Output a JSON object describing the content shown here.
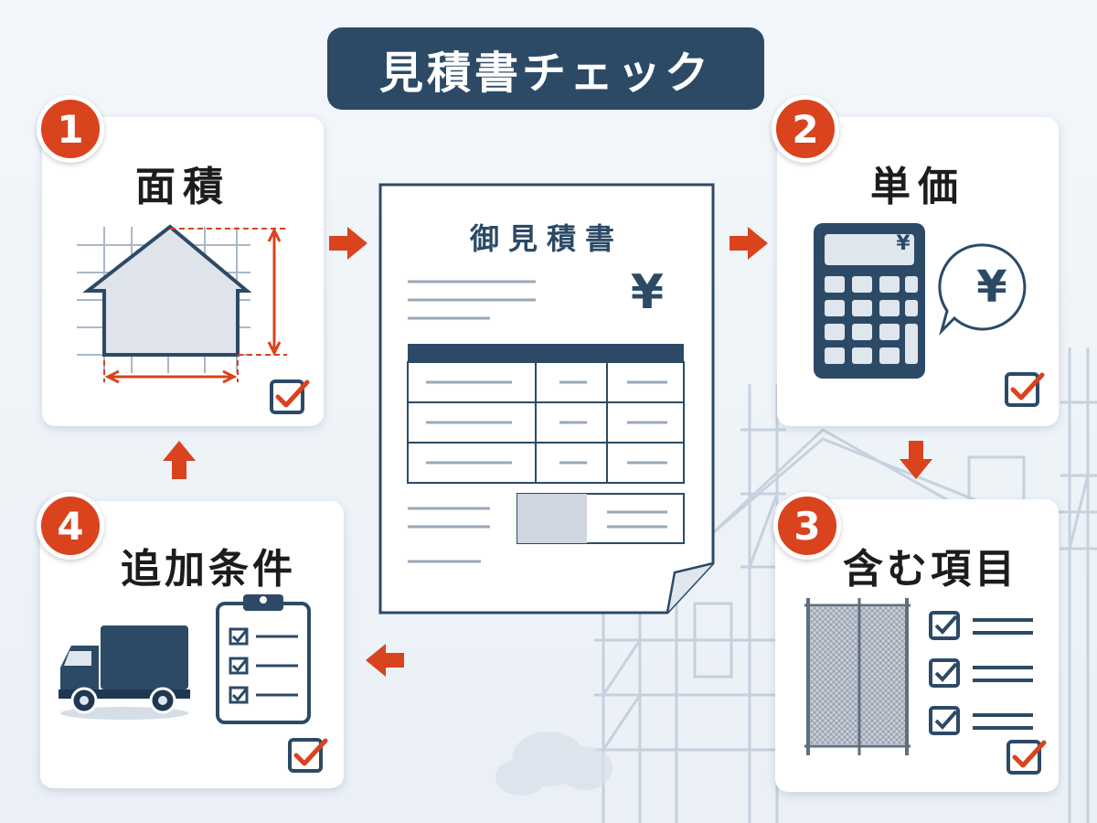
{
  "title": "見積書チェック",
  "document": {
    "title": "御見積書",
    "yen": "¥"
  },
  "steps": [
    {
      "number": "1",
      "label": "面積",
      "icon": "house-area-icon"
    },
    {
      "number": "2",
      "label": "単価",
      "icon": "calculator-icon"
    },
    {
      "number": "3",
      "label": "含む項目",
      "icon": "scaffold-mesh-icon"
    },
    {
      "number": "4",
      "label": "追加条件",
      "icon": "truck-clipboard-icon"
    }
  ],
  "calculator": {
    "display_symbol": "¥",
    "bubble_symbol": "¥"
  },
  "colors": {
    "accent": "#d9431e",
    "navy": "#2c4a66",
    "background": "#eef3f8"
  }
}
